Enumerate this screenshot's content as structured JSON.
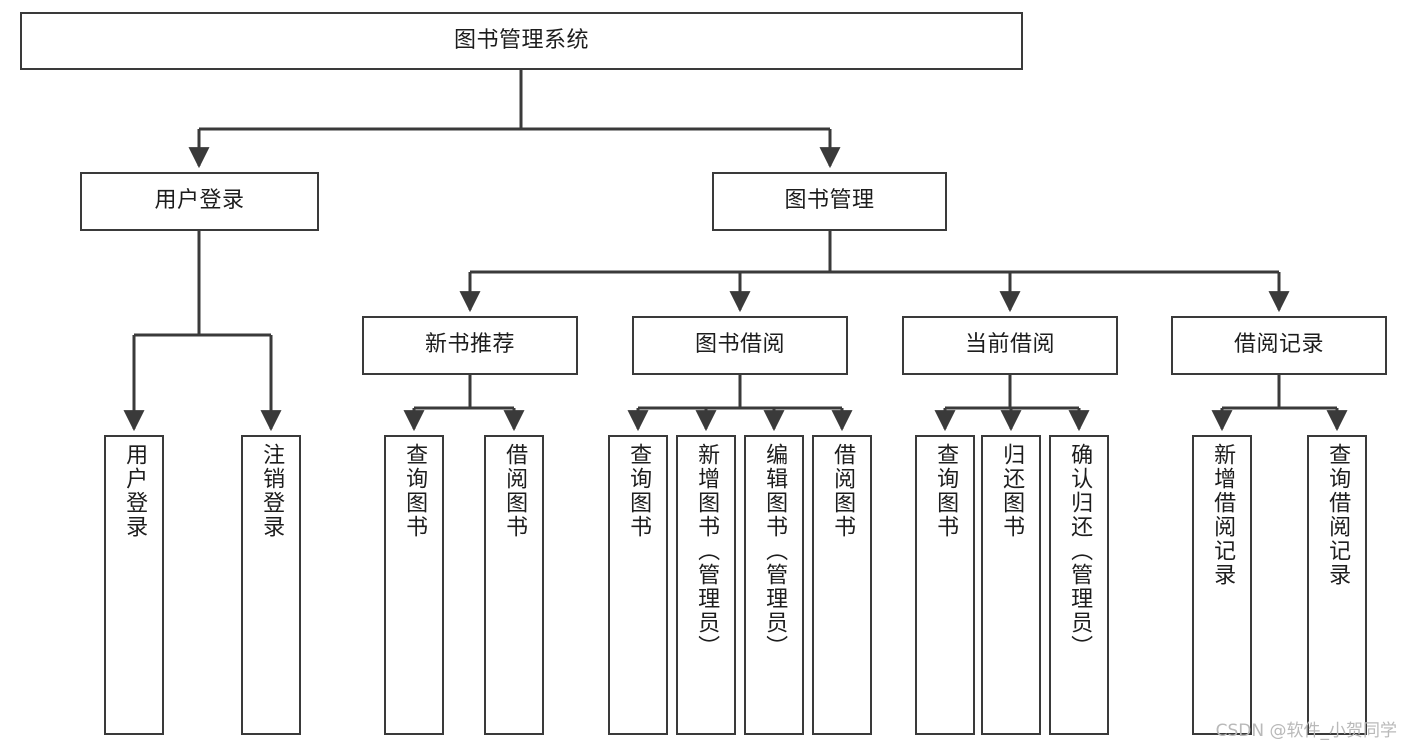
{
  "diagram": {
    "type": "tree",
    "title_node": {
      "id": "root",
      "label": "图书管理系统"
    },
    "level2": [
      {
        "id": "user_login",
        "label": "用户登录"
      },
      {
        "id": "book_mgmt",
        "label": "图书管理"
      }
    ],
    "level3": [
      {
        "id": "new_book_rec",
        "label": "新书推荐",
        "parent": "book_mgmt"
      },
      {
        "id": "book_borrow",
        "label": "图书借阅",
        "parent": "book_mgmt"
      },
      {
        "id": "current_borrow",
        "label": "当前借阅",
        "parent": "book_mgmt"
      },
      {
        "id": "borrow_record",
        "label": "借阅记录",
        "parent": "book_mgmt"
      }
    ],
    "leaves": [
      {
        "id": "leaf_user_login",
        "label": "用户登录",
        "parent": "user_login"
      },
      {
        "id": "leaf_logout",
        "label": "注销登录",
        "parent": "user_login"
      },
      {
        "id": "leaf_query_book_1",
        "label": "查询图书",
        "parent": "new_book_rec"
      },
      {
        "id": "leaf_borrow_book_1",
        "label": "借阅图书",
        "parent": "new_book_rec"
      },
      {
        "id": "leaf_query_book_2",
        "label": "查询图书",
        "parent": "book_borrow"
      },
      {
        "id": "leaf_add_book",
        "label": "新增图书（管理员）",
        "parent": "book_borrow"
      },
      {
        "id": "leaf_edit_book",
        "label": "编辑图书（管理员）",
        "parent": "book_borrow"
      },
      {
        "id": "leaf_borrow_book_2",
        "label": "借阅图书",
        "parent": "book_borrow"
      },
      {
        "id": "leaf_query_book_3",
        "label": "查询图书",
        "parent": "current_borrow"
      },
      {
        "id": "leaf_return_book",
        "label": "归还图书",
        "parent": "current_borrow"
      },
      {
        "id": "leaf_confirm_return",
        "label": "确认归还（管理员）",
        "parent": "current_borrow"
      },
      {
        "id": "leaf_add_record",
        "label": "新增借阅记录",
        "parent": "borrow_record"
      },
      {
        "id": "leaf_query_record",
        "label": "查询借阅记录",
        "parent": "borrow_record"
      }
    ],
    "colors": {
      "stroke": "#3a3a3a",
      "text": "#1d1d1d",
      "background": "#ffffff",
      "watermark": "#b9b9b9"
    }
  },
  "watermark": {
    "text": "CSDN @软件_小贺同学"
  }
}
